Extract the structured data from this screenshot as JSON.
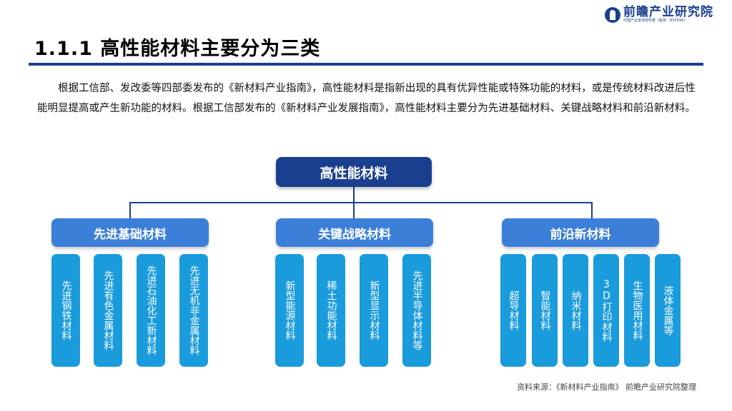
{
  "brand": {
    "name": "前瞻产业研究院",
    "subtitle": "中国产业咨询领导者（股票：833599）"
  },
  "header": {
    "title": "1.1.1 高性能材料主要分为三类"
  },
  "intro": "根据工信部、发改委等四部委发布的《新材料产业指南》，高性能材料是指新出现的具有优异性能或特殊功能的材料，或是传统材料改进后性能明显提高或产生新功能的材料。根据工信部发布的《新材料产业发展指南》，高性能材料主要分为先进基础材料、关键战略材料和前沿新材料。",
  "diagram": {
    "root": "高性能材料",
    "categories": [
      {
        "label": "先进基础材料",
        "items": [
          "先进钢铁材料",
          "先进有色金属材料",
          "先进石油化工新材料",
          "先进无机非金属材料"
        ]
      },
      {
        "label": "关键战略材料",
        "items": [
          "新型能源材料",
          "稀土功能材料",
          "新型显示材料",
          "先进半导体材料等"
        ]
      },
      {
        "label": "前沿新材料",
        "items": [
          "超导材料",
          "智能材料",
          "纳米材料",
          "3D打印材料",
          "生物医用材料",
          "液体金属等"
        ]
      }
    ]
  },
  "source": "资料来源：《新材料产业指南》 前瞻产业研究院整理"
}
